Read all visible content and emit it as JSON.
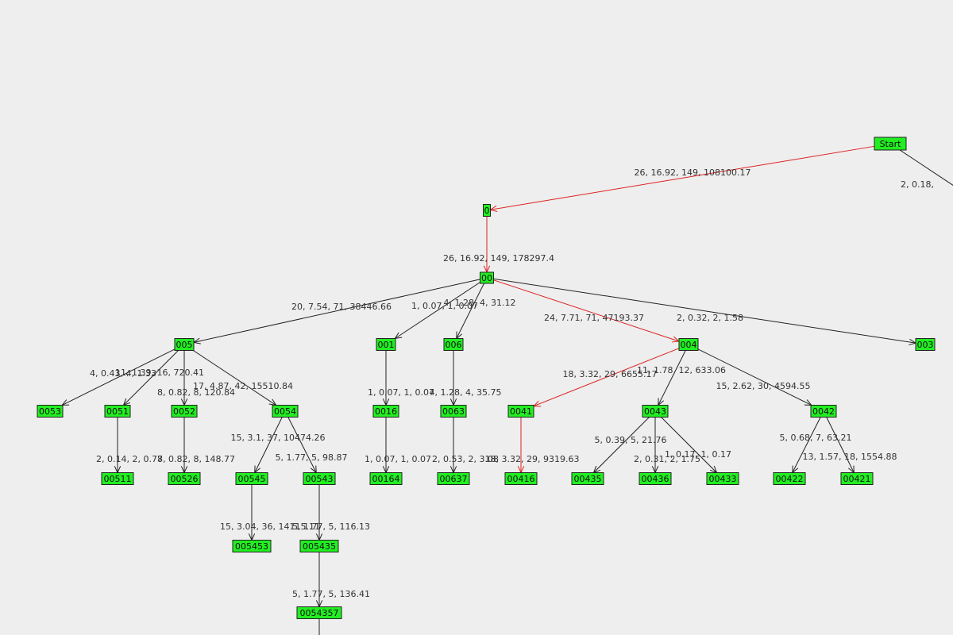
{
  "colors": {
    "background": "#eeeeee",
    "node_fill": "#22ee22",
    "edge_normal": "#222222",
    "edge_highlight": "#dd2222"
  },
  "nodes": [
    {
      "id": "Start",
      "label": "Start"
    },
    {
      "id": "n0",
      "label": "0"
    },
    {
      "id": "n00",
      "label": "00"
    },
    {
      "id": "n005",
      "label": "005"
    },
    {
      "id": "n001",
      "label": "001"
    },
    {
      "id": "n006",
      "label": "006"
    },
    {
      "id": "n004",
      "label": "004"
    },
    {
      "id": "n003",
      "label": "003"
    },
    {
      "id": "n0053",
      "label": "0053"
    },
    {
      "id": "n0051",
      "label": "0051"
    },
    {
      "id": "n0052",
      "label": "0052"
    },
    {
      "id": "n0054",
      "label": "0054"
    },
    {
      "id": "n0016",
      "label": "0016"
    },
    {
      "id": "n0063",
      "label": "0063"
    },
    {
      "id": "n0041",
      "label": "0041"
    },
    {
      "id": "n0043",
      "label": "0043"
    },
    {
      "id": "n0042",
      "label": "0042"
    },
    {
      "id": "n00511",
      "label": "00511"
    },
    {
      "id": "n00526",
      "label": "00526"
    },
    {
      "id": "n00545",
      "label": "00545"
    },
    {
      "id": "n00543",
      "label": "00543"
    },
    {
      "id": "n00164",
      "label": "00164"
    },
    {
      "id": "n00637",
      "label": "00637"
    },
    {
      "id": "n00416",
      "label": "00416"
    },
    {
      "id": "n00435",
      "label": "00435"
    },
    {
      "id": "n00436",
      "label": "00436"
    },
    {
      "id": "n00433",
      "label": "00433"
    },
    {
      "id": "n00422",
      "label": "00422"
    },
    {
      "id": "n00421",
      "label": "00421"
    },
    {
      "id": "n005453",
      "label": "005453"
    },
    {
      "id": "n005435",
      "label": "005435"
    },
    {
      "id": "n0054357",
      "label": "0054357"
    }
  ],
  "edges": [
    {
      "from": "Start",
      "to": "n0",
      "label": "26, 16.92, 149, 108100.17",
      "highlight": true
    },
    {
      "from": "Start",
      "to": "offscreen",
      "label": "2, 0.18,",
      "highlight": false
    },
    {
      "from": "n0",
      "to": "n00",
      "label": "26, 16.92, 149, 178297.4",
      "highlight": true
    },
    {
      "from": "n00",
      "to": "n005",
      "label": "20, 7.54, 71, 38446.66",
      "highlight": false
    },
    {
      "from": "n00",
      "to": "n001",
      "label": "1, 0.07, 1, 0.07",
      "highlight": false
    },
    {
      "from": "n00",
      "to": "n006",
      "label": "4, 1.28, 4, 31.12",
      "highlight": false
    },
    {
      "from": "n00",
      "to": "n004",
      "label": "24, 7.71, 71, 47193.37",
      "highlight": true
    },
    {
      "from": "n00",
      "to": "n003",
      "label": "2, 0.32, 2, 1.58",
      "highlight": false
    },
    {
      "from": "n005",
      "to": "n0053",
      "label": "4, 0.43, 4, 1.33",
      "highlight": false
    },
    {
      "from": "n005",
      "to": "n0051",
      "label": "11, 1.39, 16, 720.41",
      "highlight": false
    },
    {
      "from": "n005",
      "to": "n0052",
      "label": "8, 0.82, 8, 120.84",
      "highlight": false
    },
    {
      "from": "n005",
      "to": "n0054",
      "label": "17, 4.87, 42, 15510.84",
      "highlight": false
    },
    {
      "from": "n001",
      "to": "n0016",
      "label": "1, 0.07, 1, 0.07",
      "highlight": false
    },
    {
      "from": "n006",
      "to": "n0063",
      "label": "4, 1.28, 4, 35.75",
      "highlight": false
    },
    {
      "from": "n004",
      "to": "n0041",
      "label": "18, 3.32, 29, 6655.17",
      "highlight": true
    },
    {
      "from": "n004",
      "to": "n0043",
      "label": "11, 1.78, 12, 633.06",
      "highlight": false
    },
    {
      "from": "n004",
      "to": "n0042",
      "label": "15, 2.62, 30, 4594.55",
      "highlight": false
    },
    {
      "from": "n0051",
      "to": "n00511",
      "label": "2, 0.14, 2, 0.77",
      "highlight": false
    },
    {
      "from": "n0052",
      "to": "n00526",
      "label": "8, 0.82, 8, 148.77",
      "highlight": false
    },
    {
      "from": "n0054",
      "to": "n00545",
      "label": "15, 3.1, 37, 10474.26",
      "highlight": false
    },
    {
      "from": "n0054",
      "to": "n00543",
      "label": "5, 1.77, 5, 98.87",
      "highlight": false
    },
    {
      "from": "n0016",
      "to": "n00164",
      "label": "1, 0.07, 1, 0.07",
      "highlight": false
    },
    {
      "from": "n0063",
      "to": "n00637",
      "label": "2, 0.53, 2, 3.08",
      "highlight": false
    },
    {
      "from": "n0041",
      "to": "n00416",
      "label": "18, 3.32, 29, 9319.63",
      "highlight": true
    },
    {
      "from": "n0043",
      "to": "n00435",
      "label": "5, 0.39, 5, 21.76",
      "highlight": false
    },
    {
      "from": "n0043",
      "to": "n00436",
      "label": "2, 0.31, 2, 1.75",
      "highlight": false
    },
    {
      "from": "n0043",
      "to": "n00433",
      "label": "1, 0.17, 1, 0.17",
      "highlight": false
    },
    {
      "from": "n0042",
      "to": "n00422",
      "label": "5, 0.68, 7, 63.21",
      "highlight": false
    },
    {
      "from": "n0042",
      "to": "n00421",
      "label": "13, 1.57, 18, 1554.88",
      "highlight": false
    },
    {
      "from": "n00545",
      "to": "n005453",
      "label": "15, 3.04, 36, 14115.11",
      "highlight": false
    },
    {
      "from": "n00543",
      "to": "n005435",
      "label": "5, 1.77, 5, 116.13",
      "highlight": false
    },
    {
      "from": "n005435",
      "to": "n0054357",
      "label": "5, 1.77, 5, 136.41",
      "highlight": false
    },
    {
      "from": "n0054357",
      "to": "offscreen-bottom",
      "label": "",
      "highlight": false
    }
  ]
}
